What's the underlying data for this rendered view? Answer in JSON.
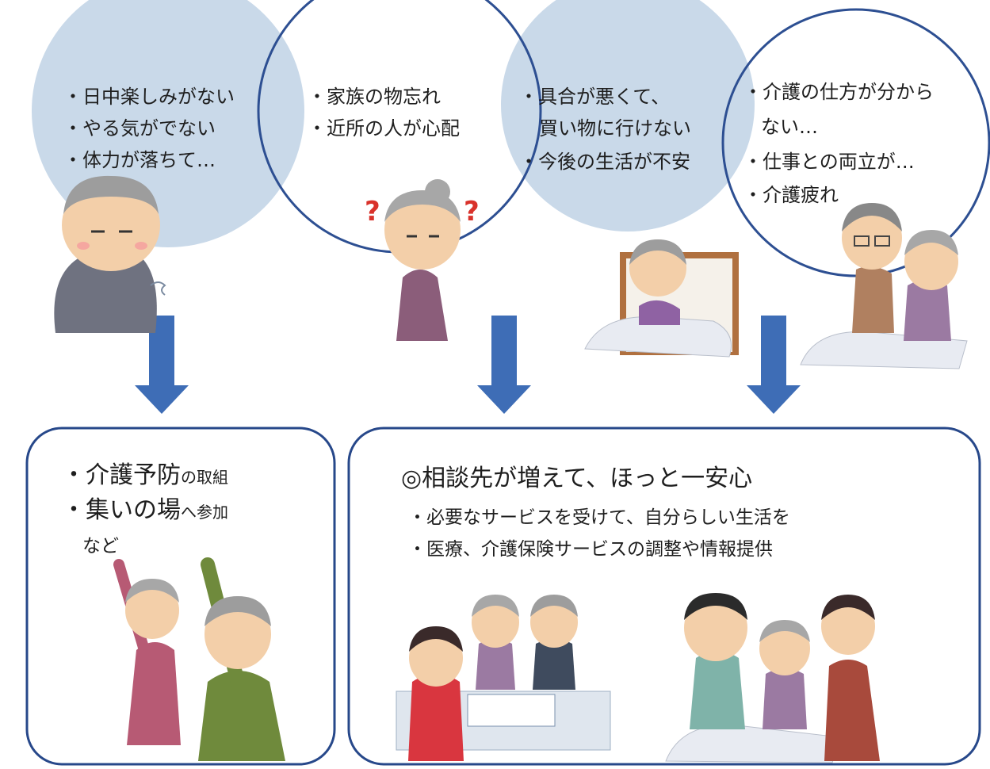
{
  "circles": [
    {
      "id": "c1",
      "lines": [
        "・日中楽しみがない",
        "・やる気がでない",
        "・体力が落ちて…"
      ]
    },
    {
      "id": "c2",
      "lines": [
        "・家族の物忘れ",
        "・近所の人が心配"
      ]
    },
    {
      "id": "c3",
      "lines": [
        "・具合が悪くて、",
        "買い物に行けない",
        "・今後の生活が不安"
      ]
    },
    {
      "id": "c4",
      "lines": [
        "・介護の仕方が分から",
        "ない…",
        "・仕事との両立が…",
        "・介護疲れ"
      ]
    }
  ],
  "left_box": {
    "item1_main": "・介護予防",
    "item1_small": "の取組",
    "item2_main": "・集いの場",
    "item2_small": "へ参加",
    "item3": "など"
  },
  "right_box": {
    "title": "◎相談先が増えて、ほっと一安心",
    "items": [
      "・必要なサービスを受けて、自分らしい生活を",
      "・医療、介護保険サービスの調整や情報提供"
    ]
  },
  "colors": {
    "circle_fill": "#c9d9e9",
    "circle_stroke": "#2d4f92",
    "arrow": "#3e6db6",
    "box_stroke": "#27488a"
  }
}
